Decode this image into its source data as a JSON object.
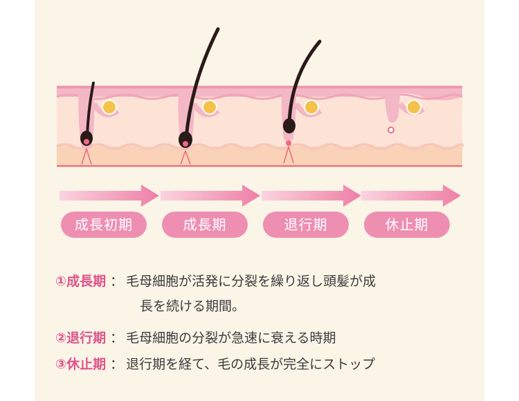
{
  "phases": [
    {
      "label": "成長初期"
    },
    {
      "label": "成長期"
    },
    {
      "label": "退行期"
    },
    {
      "label": "休止期"
    }
  ],
  "descriptions": [
    {
      "term": "①成長期",
      "lines": [
        "毛母細胞が活発に分裂を繰り返し頭髪が成",
        "長を続ける期間。"
      ]
    },
    {
      "term": "②退行期",
      "lines": [
        "毛母細胞の分裂が急速に衰える時期"
      ]
    },
    {
      "term": "③休止期",
      "lines": [
        "退行期を経て、毛の成長が完全にストップ"
      ]
    }
  ],
  "separator": "：",
  "colors": {
    "background": "#fbf5e8",
    "accent": "#e0548a",
    "pill": "#ee8fb2",
    "skin_top": "#f3b7c6",
    "skin_mid": "#fde3d6",
    "fat": "#f9d2b7",
    "hair": "#2a1a18",
    "sebaceous": "#f4c24a"
  }
}
